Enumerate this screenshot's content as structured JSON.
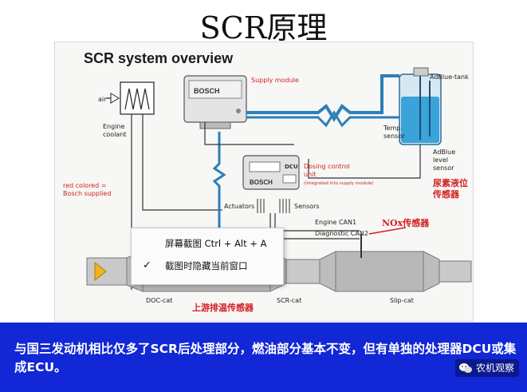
{
  "slide": {
    "title": "SCR原理",
    "caption": "与国三发动机相比仅多了SCR后处理部分，燃油部分基本不变，但有单独的处理器DCU或集成ECU。"
  },
  "diagram": {
    "heading": "SCR system overview",
    "labels": {
      "bosch_top": "BOSCH",
      "supply_module": "Supply module",
      "adblue_tank": "AdBlue-tank",
      "temp_sensor_1": "Temp.",
      "temp_sensor_2": "sensor",
      "adblue_level_1": "AdBlue",
      "adblue_level_2": "level",
      "adblue_level_3": "sensor",
      "red_level_1": "尿素液位",
      "red_level_2": "传感器",
      "engine_coolant_1": "Engine",
      "engine_coolant_2": "coolant",
      "air": "air",
      "red_colored_1": "red colored =",
      "red_colored_2": "Bosch supplied",
      "dosing_1": "Dosing control",
      "dosing_2": "unit",
      "dosing_3": "(integrated into supply module)",
      "bosch_dcu": "BOSCH",
      "dcu_badge": "DCU",
      "actuators": "Actuators",
      "sensors": "Sensors",
      "engine_can": "Engine CAN1",
      "diagnostic_can": "Diagnostic CAN2",
      "nox_sensor": "NOx传感器",
      "doc_cat": "DOC-cat",
      "scr_cat": "SCR-cat",
      "slip_cat": "Slip-cat",
      "upstream_sensor": "上游排温传感器"
    }
  },
  "context_menu": {
    "item1": "屏幕截图 Ctrl + Alt + A",
    "item2": "截图时隐藏当前窗口",
    "check_mark": "✓"
  },
  "watermark": {
    "text": "农机观察"
  },
  "colors": {
    "accent_blue": "#1227d6",
    "pipe_blue": "#2c7fb8",
    "label_red": "#d21f1f"
  }
}
